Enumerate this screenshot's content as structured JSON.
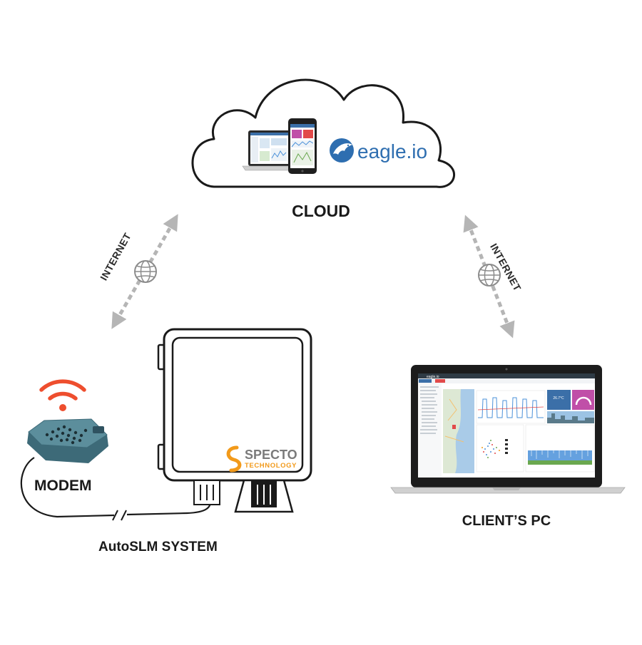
{
  "labels": {
    "cloud": "CLOUD",
    "internet": "INTERNET",
    "modem": "MODEM",
    "system": "AutoSLM SYSTEM",
    "client_pc": "CLIENT’S PC"
  },
  "cloud_logo": {
    "text": "eagle.io",
    "icon": "eagle-icon"
  },
  "enclosure_brand": {
    "line1": "SPECTO",
    "line2": "TECHNOLOGY"
  },
  "screen_app": {
    "name": "eagle.io"
  },
  "colors": {
    "outline": "#1a1a1a",
    "arrow_gray": "#b5b5b5",
    "wifi_red": "#ee4e2e",
    "modem_teal": "#4f7e8c",
    "eagle_blue": "#2e6eb0",
    "specto_orange": "#f29a1a",
    "specto_gray": "#7a7a7a",
    "chart_blue": "#4a90d9",
    "app_magenta": "#c04fa8"
  }
}
